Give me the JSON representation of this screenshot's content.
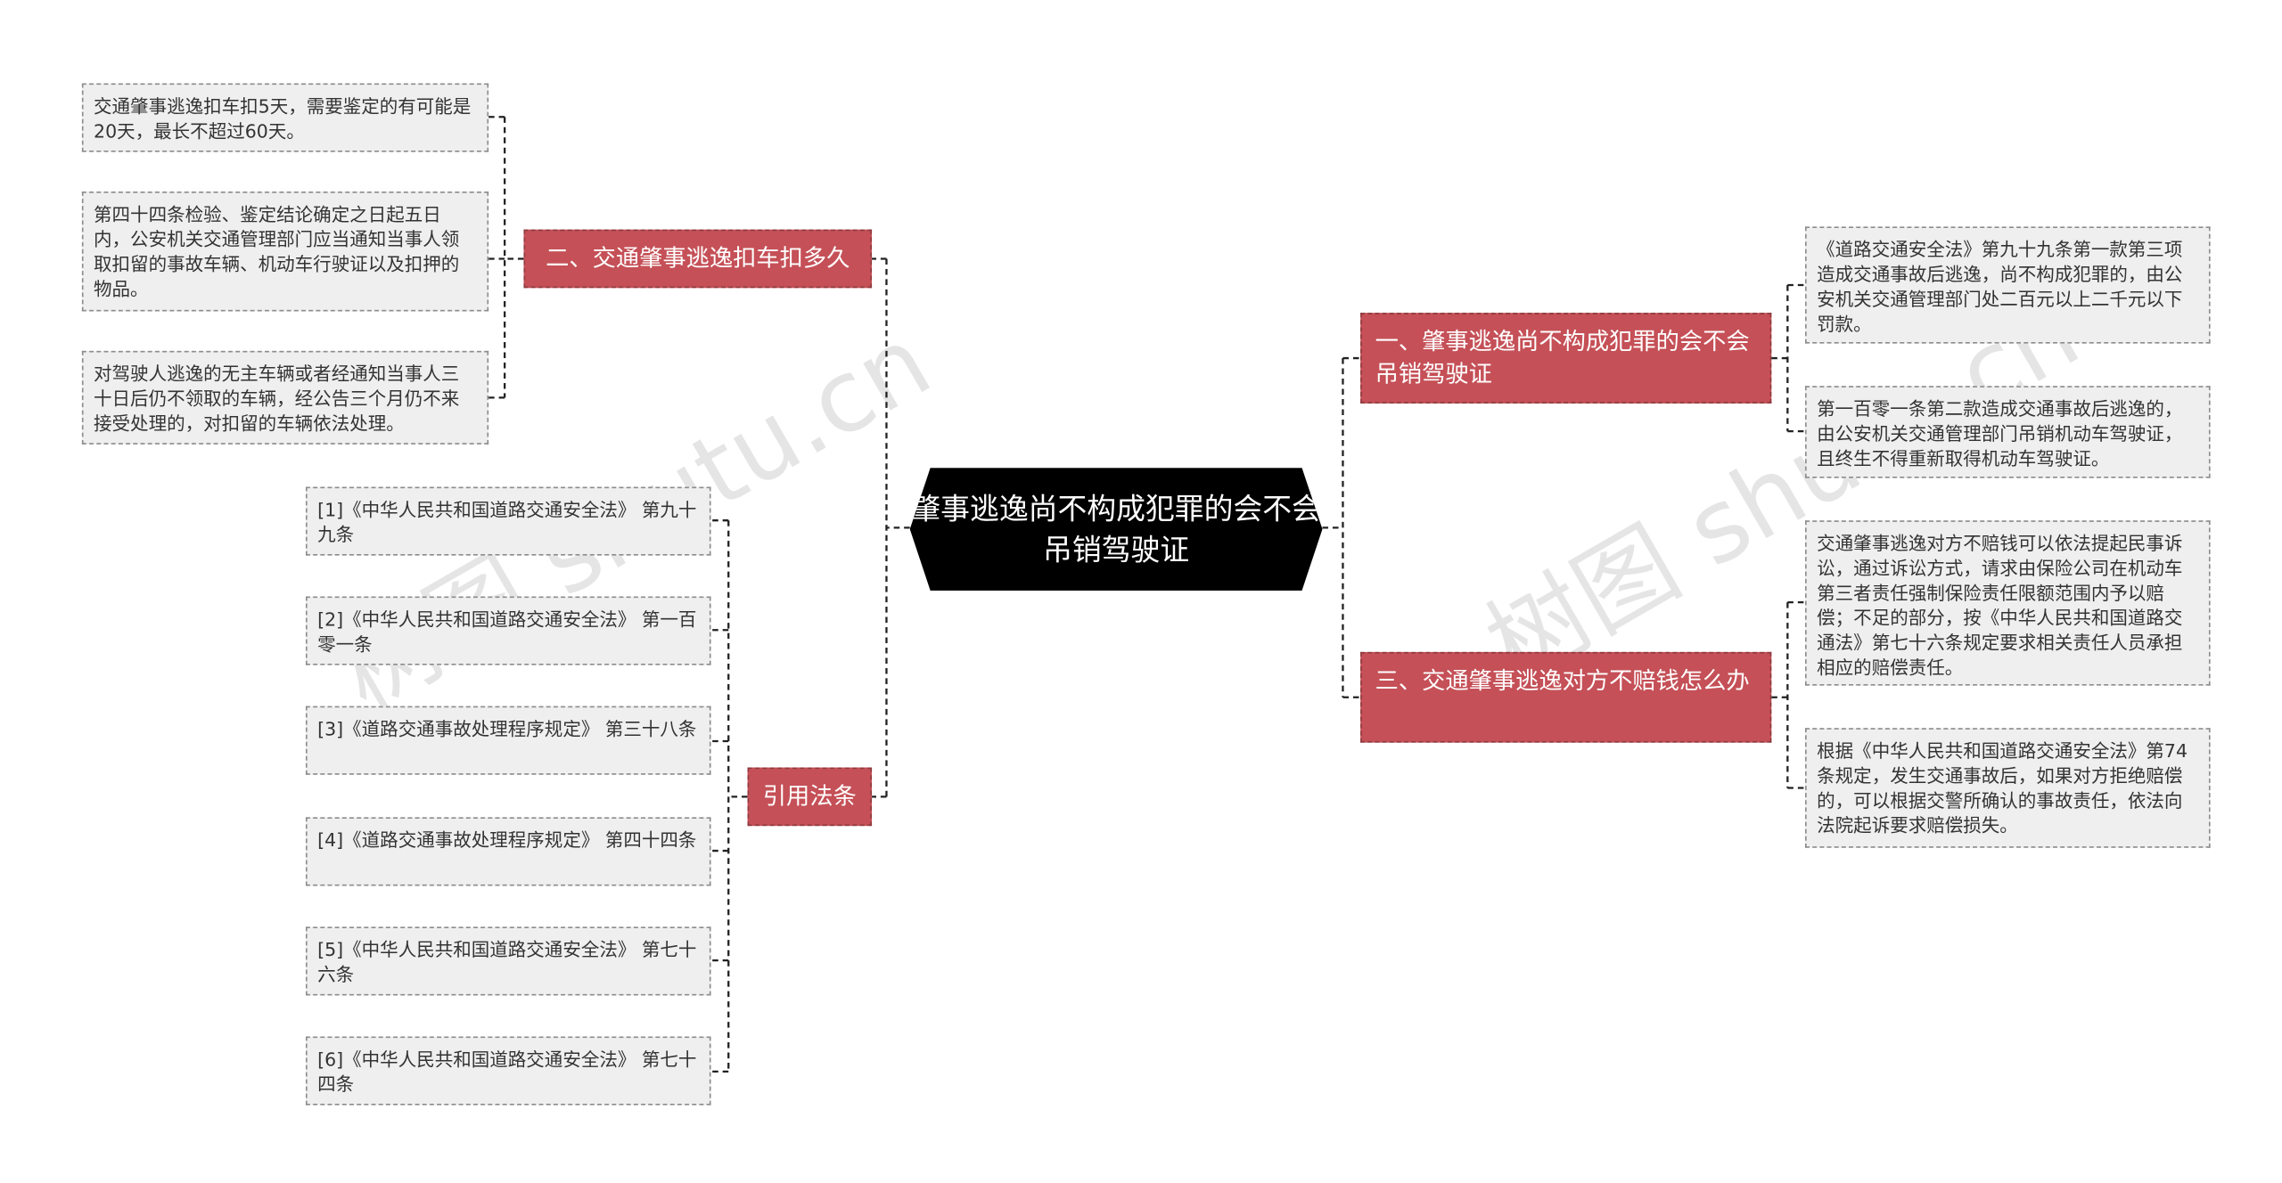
{
  "root": {
    "title": "肇事逃逸尚不构成犯罪的会不会吊销驾驶证"
  },
  "branches": {
    "b1": {
      "label": "一、肇事逃逸尚不构成犯罪的会不会吊销驾驶证",
      "leaves": [
        "《道路交通安全法》第九十九条第一款第三项造成交通事故后逃逸，尚不构成犯罪的，由公安机关交通管理部门处二百元以上二千元以下罚款。",
        "第一百零一条第二款造成交通事故后逃逸的，由公安机关交通管理部门吊销机动车驾驶证，且终生不得重新取得机动车驾驶证。"
      ]
    },
    "b2": {
      "label": "二、交通肇事逃逸扣车扣多久",
      "leaves": [
        "交通肇事逃逸扣车扣5天，需要鉴定的有可能是20天，最长不超过60天。",
        "第四十四条检验、鉴定结论确定之日起五日内，公安机关交通管理部门应当通知当事人领取扣留的事故车辆、机动车行驶证以及扣押的物品。",
        "对驾驶人逃逸的无主车辆或者经通知当事人三十日后仍不领取的车辆，经公告三个月仍不来接受处理的，对扣留的车辆依法处理。"
      ]
    },
    "b3": {
      "label": "三、交通肇事逃逸对方不赔钱怎么办",
      "leaves": [
        "交通肇事逃逸对方不赔钱可以依法提起民事诉讼，通过诉讼方式，请求由保险公司在机动车第三者责任强制保险责任限额范围内予以赔偿；不足的部分，按《中华人民共和国道路交通法》第七十六条规定要求相关责任人员承担相应的赔偿责任。",
        "根据《中华人民共和国道路交通安全法》第74条规定，发生交通事故后，如果对方拒绝赔偿的，可以根据交警所确认的事故责任，依法向法院起诉要求赔偿损失。"
      ]
    },
    "b4": {
      "label": "引用法条",
      "leaves": [
        "[1]《中华人民共和国道路交通安全法》 第九十九条",
        "[2]《中华人民共和国道路交通安全法》 第一百零一条",
        "[3]《道路交通事故处理程序规定》 第三十八条",
        "[4]《道路交通事故处理程序规定》 第四十四条",
        "[5]《中华人民共和国道路交通安全法》 第七十六条",
        "[6]《中华人民共和国道路交通安全法》 第七十四条"
      ]
    }
  },
  "watermarks": [
    "树图 shutu.cn",
    "树图 shutu.cn"
  ],
  "colors": {
    "branch": "#c55057",
    "root": "#000000",
    "leaf": "#efefef",
    "connector": "#222222"
  }
}
